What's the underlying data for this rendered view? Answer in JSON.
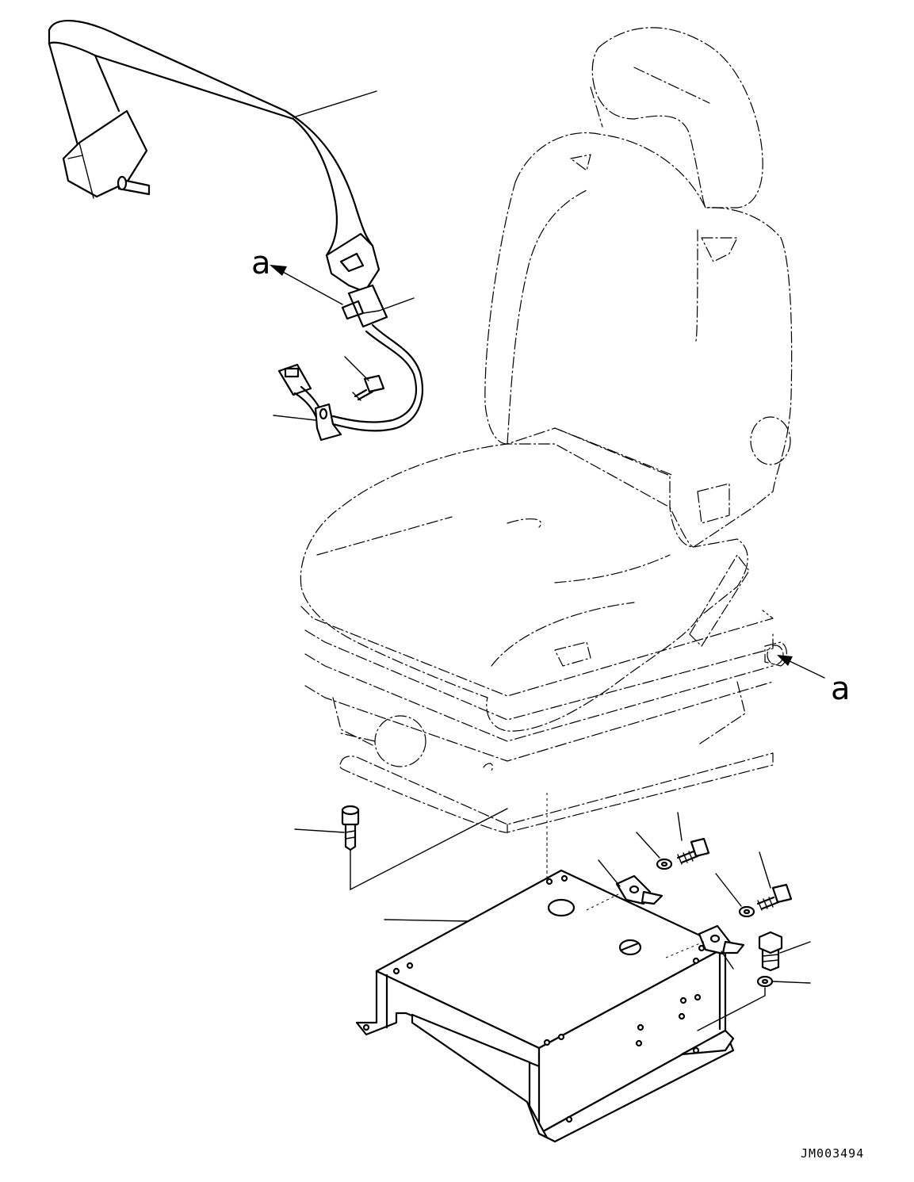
{
  "callouts": {
    "upper_label": "a",
    "lower_label": "a"
  },
  "drawing_code": "JM003494"
}
